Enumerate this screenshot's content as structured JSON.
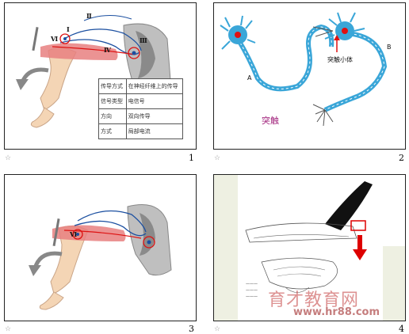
{
  "slides": [
    {
      "number": "1",
      "roman_labels": [
        "Ⅰ",
        "Ⅱ",
        "Ⅲ",
        "Ⅳ",
        "Ⅵ"
      ],
      "table": {
        "rows": [
          [
            "传导方式",
            "在神经纤维上的传导"
          ],
          [
            "信号类型",
            "电信号"
          ],
          [
            "方向",
            "双向传导"
          ],
          [
            "方式",
            "局部电流"
          ]
        ]
      }
    },
    {
      "number": "2",
      "labels": {
        "synapse_body": "突触小体",
        "a": "A",
        "b": "B",
        "caption": "突触"
      },
      "colors": {
        "caption": "#a0207a",
        "neuron": "#3aa6d8",
        "nucleus": "#e01010"
      }
    },
    {
      "number": "3",
      "roman_labels": [
        "Ⅵ"
      ]
    },
    {
      "number": "4",
      "watermark": {
        "title": "育才教育网",
        "url": "www.hr88.com"
      }
    }
  ],
  "footer_mark": "☆"
}
